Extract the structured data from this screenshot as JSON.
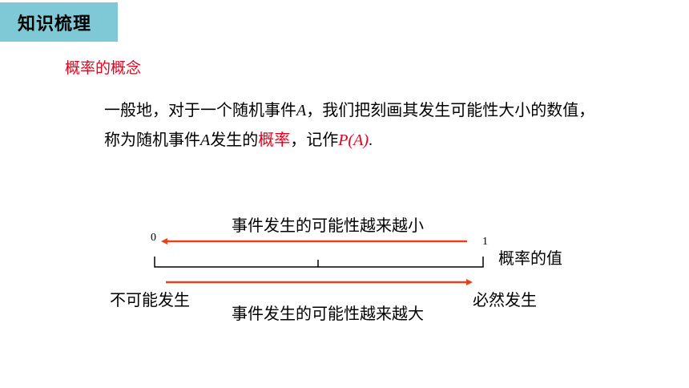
{
  "header": {
    "title": "知识梳理"
  },
  "section": {
    "title": "概率的概念"
  },
  "definition": {
    "line1_part1": "一般地，对于一个随机事件",
    "event_symbol": "A",
    "line1_part2": "，我们把刻画其发生可能性大小的数值，",
    "line2_part1": "称为随机事件",
    "line2_part2": "发生的",
    "term": "概率",
    "line2_part3": "，记作",
    "notation": "P(A)",
    "line2_end": "."
  },
  "diagram": {
    "arrow_left_label": "事件发生的可能性越来越小",
    "arrow_right_label": "事件发生的可能性越来越大",
    "start_value": "0",
    "end_value": "1",
    "axis_label": "概率的值",
    "left_end_label": "不可能发生",
    "right_end_label": "必然发生",
    "colors": {
      "arrow": "#e8421a",
      "axis": "#000000"
    }
  }
}
